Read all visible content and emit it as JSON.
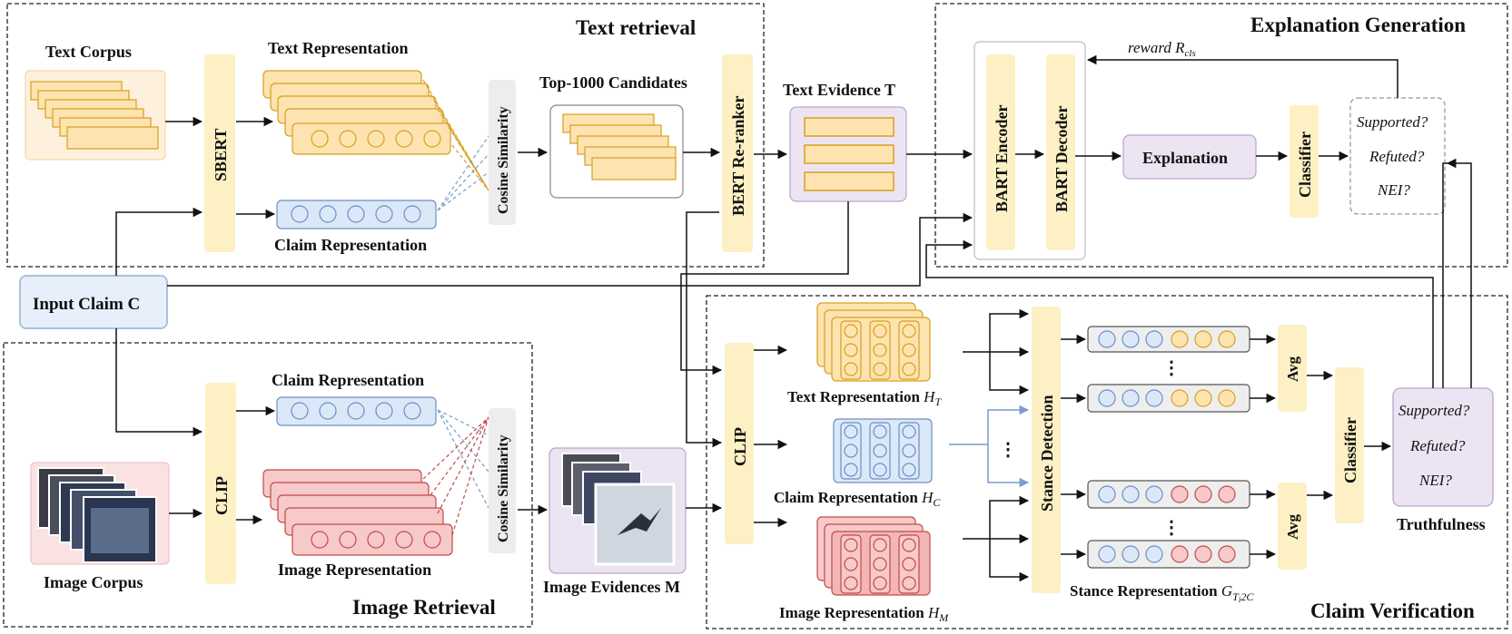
{
  "sections": {
    "text_retrieval": "Text retrieval",
    "explanation_generation": "Explanation Generation",
    "image_retrieval": "Image Retrieval",
    "claim_verification": "Claim Verification"
  },
  "labels": {
    "text_corpus": "Text Corpus",
    "text_representation": "Text Representation",
    "top_candidates": "Top-1000 Candidates",
    "text_evidence": "Text Evidence  T",
    "claim_representation_top": "Claim Representation",
    "input_claim": "Input Claim C",
    "claim_representation_bottom": "Claim Representation",
    "image_corpus": "Image Corpus",
    "image_representation": "Image Representation",
    "image_evidences": "Image Evidences  M",
    "explanation": "Explanation",
    "reward": "reward R",
    "reward_sub": "cls",
    "truthfulness": "Truthfulness"
  },
  "verification_labels": {
    "text_rep": "Text Representation",
    "text_rep_sym": "H",
    "text_rep_sub": "T",
    "claim_rep": "Claim Representation",
    "claim_rep_sym": "H",
    "claim_rep_sub": "C",
    "image_rep": "Image Representation",
    "image_rep_sym": "H",
    "image_rep_sub": "M",
    "stance_rep": "Stance Representation",
    "stance_rep_sym": "G",
    "stance_rep_sub": "T",
    "stance_rep_sub2": "i",
    "stance_rep_sub3": "2C"
  },
  "modules": {
    "sbert": "SBERT",
    "cosine_top": "Cosine Similarity",
    "bert_reranker": "BERT Re-ranker",
    "clip_top": "CLIP",
    "cosine_bottom": "Cosine Similarity",
    "clip_verify": "CLIP",
    "stance_detection": "Stance Detection",
    "bart_encoder": "BART Encoder",
    "bart_decoder": "BART Decoder",
    "classifier_top": "Classifier",
    "classifier_bottom": "Classifier",
    "avg_top": "Avg",
    "avg_bottom": "Avg"
  },
  "outputs_top": [
    "Supported?",
    "Refuted?",
    "NEI?"
  ],
  "outputs_bottom": [
    "Supported?",
    "Refuted?",
    "NEI?"
  ],
  "vertical_dots": "⋮",
  "colors": {
    "yellow_module": "#fdf0c4",
    "text_rep_fill": "#fde3b0",
    "text_rep_stroke": "#d8a020",
    "claim_rep_fill": "#dbe8f8",
    "claim_rep_stroke": "#6c8fc4",
    "image_rep_fill": "#f7c9c9",
    "image_rep_stroke": "#c24a4a",
    "purple_box": "#ece4f3",
    "purple_stroke": "#b8a6cc",
    "arrow_blue": "#7a9ccc"
  }
}
